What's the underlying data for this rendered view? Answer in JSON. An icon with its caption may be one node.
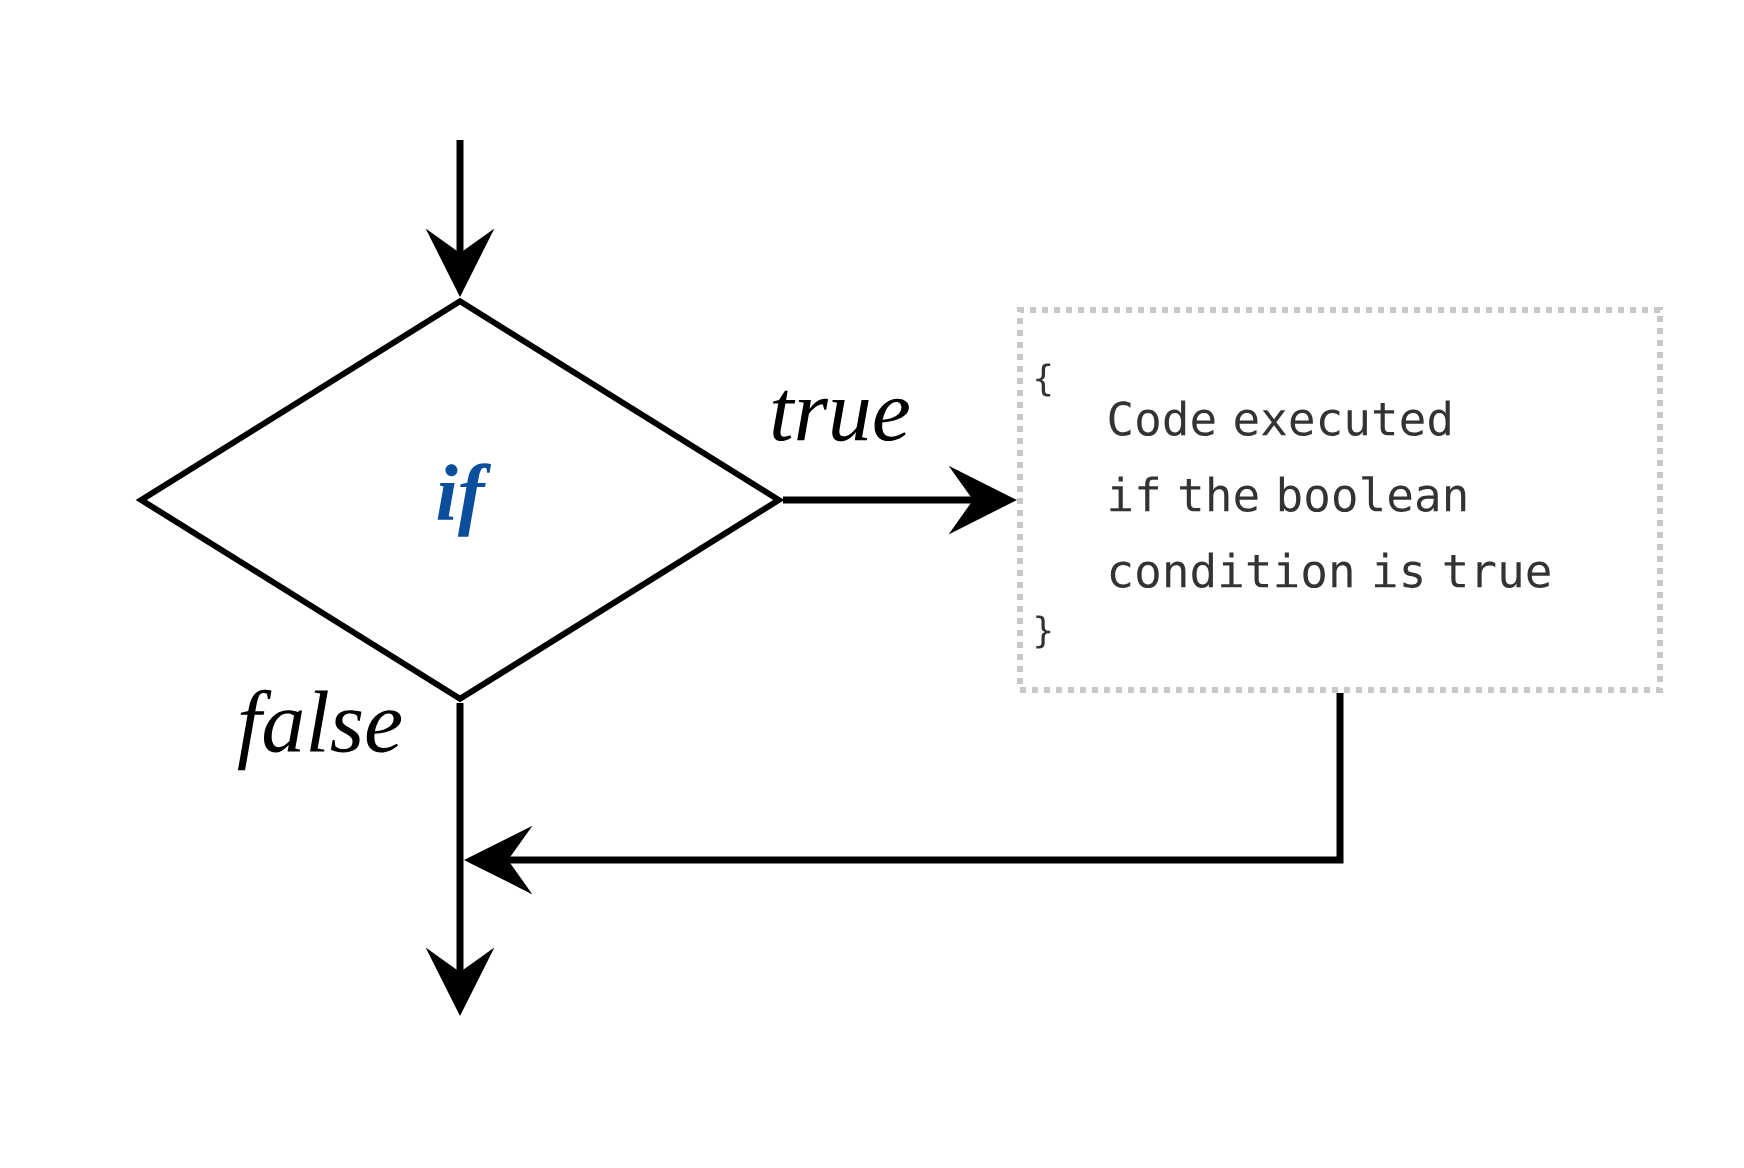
{
  "diagram": {
    "nodes": [
      {
        "text": [
          "if"
        ]
      },
      {
        "text": [
          "{",
          "Code executed if the boolean condition is true",
          "}"
        ]
      }
    ],
    "edges": [
      {
        "from": null,
        "to": 0,
        "arrow": "to"
      },
      {
        "from": 0,
        "to": 1,
        "arrow": "to",
        "label": "true"
      },
      {
        "from": 0,
        "to": null,
        "arrow": "to",
        "label": "false"
      },
      {
        "from": 1,
        "to": null,
        "arrow": "to"
      }
    ]
  }
}
